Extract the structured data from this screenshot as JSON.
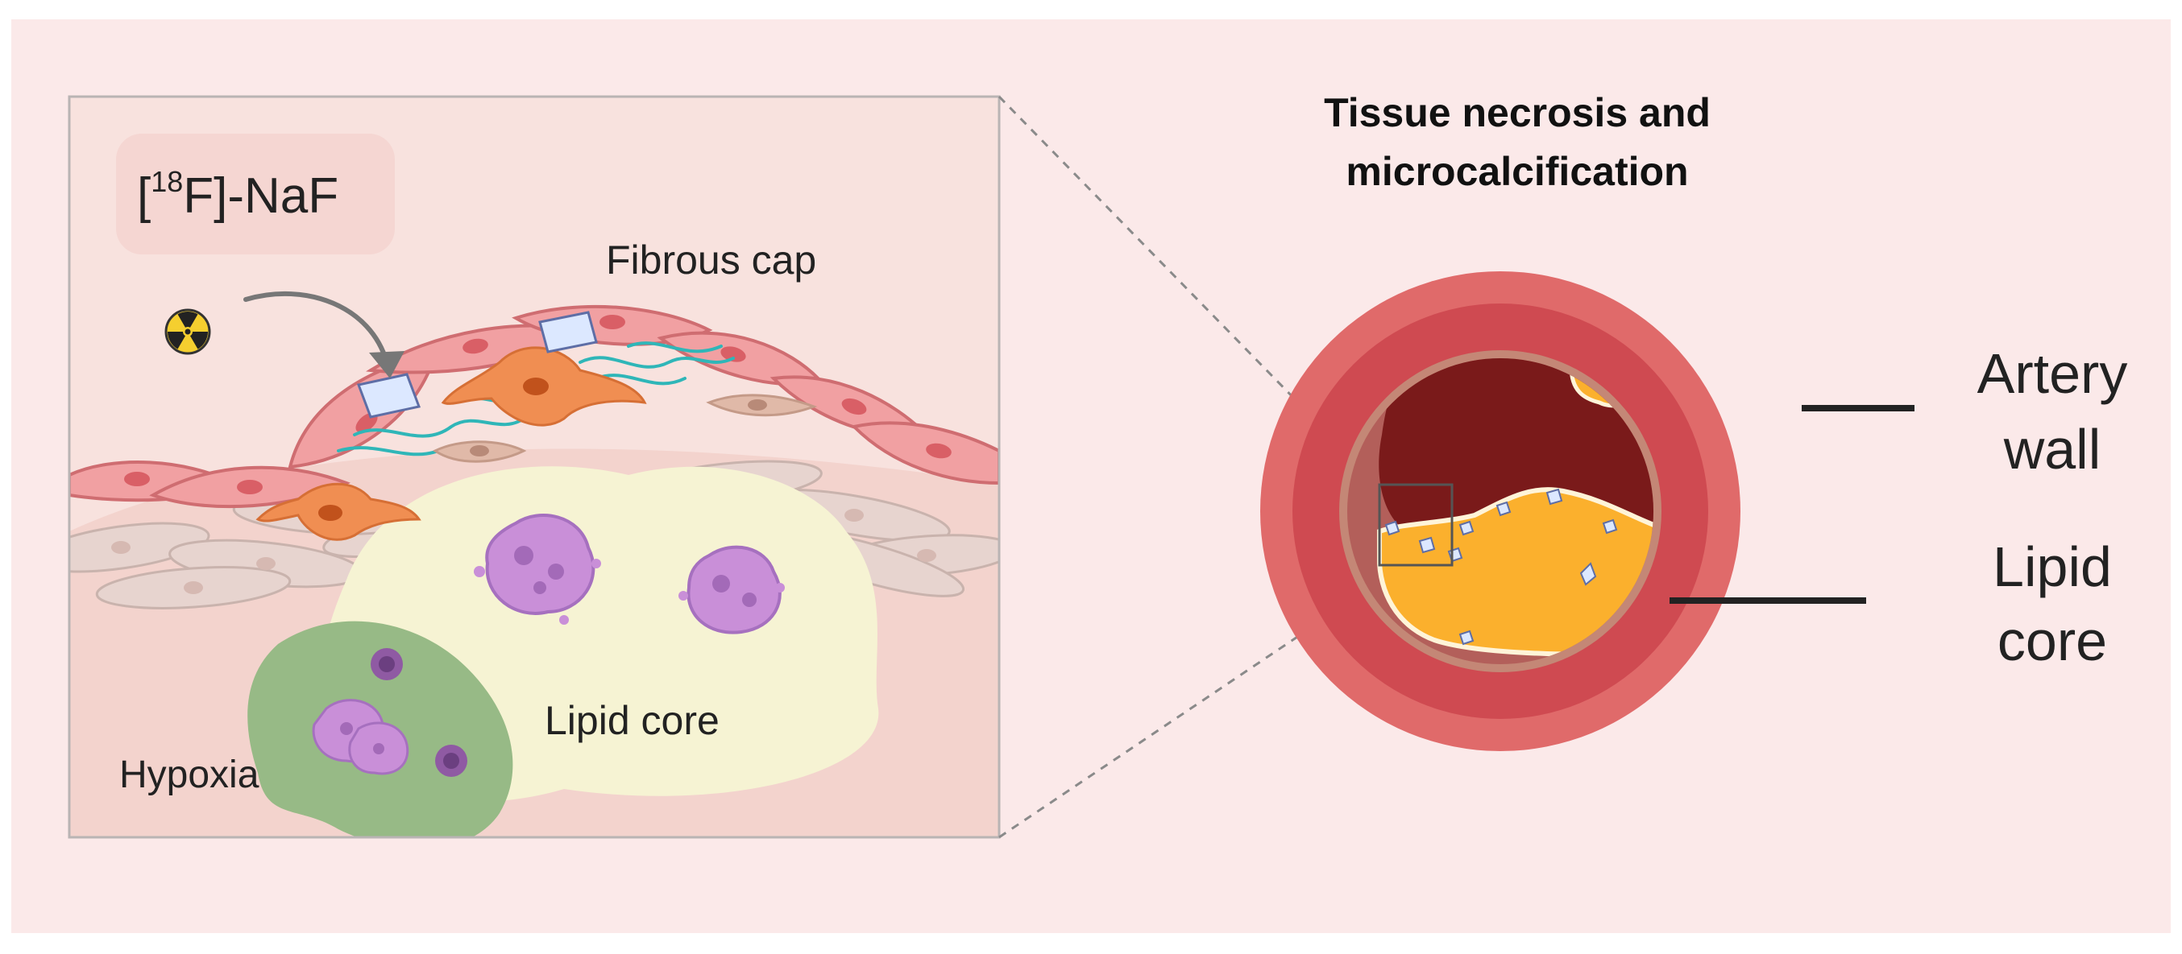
{
  "tracer": {
    "open_bracket": "[",
    "isotope_mass": "18",
    "element_and_compound": "F]-NaF"
  },
  "inset_labels": {
    "fibrous_cap": "Fibrous cap",
    "lipid_core": "Lipid core",
    "hypoxia": "Hypoxia"
  },
  "title": {
    "line1": "Tissue necrosis and",
    "line2": "microcalcification"
  },
  "cross_section_labels": {
    "artery_wall_line1": "Artery",
    "artery_wall_line2": "wall",
    "lipid_core_line1": "Lipid",
    "lipid_core_line2": "core"
  },
  "icons": {
    "radioactive": "radiation-trefoil-icon"
  },
  "colors": {
    "background": "#fbe9e9",
    "inset_background": "#f8e2de",
    "artery_outer": "#e06a6a",
    "artery_middle": "#cf4a51",
    "artery_inner_rim": "#c48776",
    "necrotic_core": "#7a1a1a",
    "lipid_core": "#fbb02d",
    "inset_lipid": "#f6f3d3",
    "hypoxia": "#97ba86",
    "endothelium": "#f1a0a2",
    "smooth_muscle": "#f08e52",
    "foam_cell": "#c98fd8",
    "collagen": "#2fb6b8",
    "microcalcification": "#dce8ff"
  }
}
